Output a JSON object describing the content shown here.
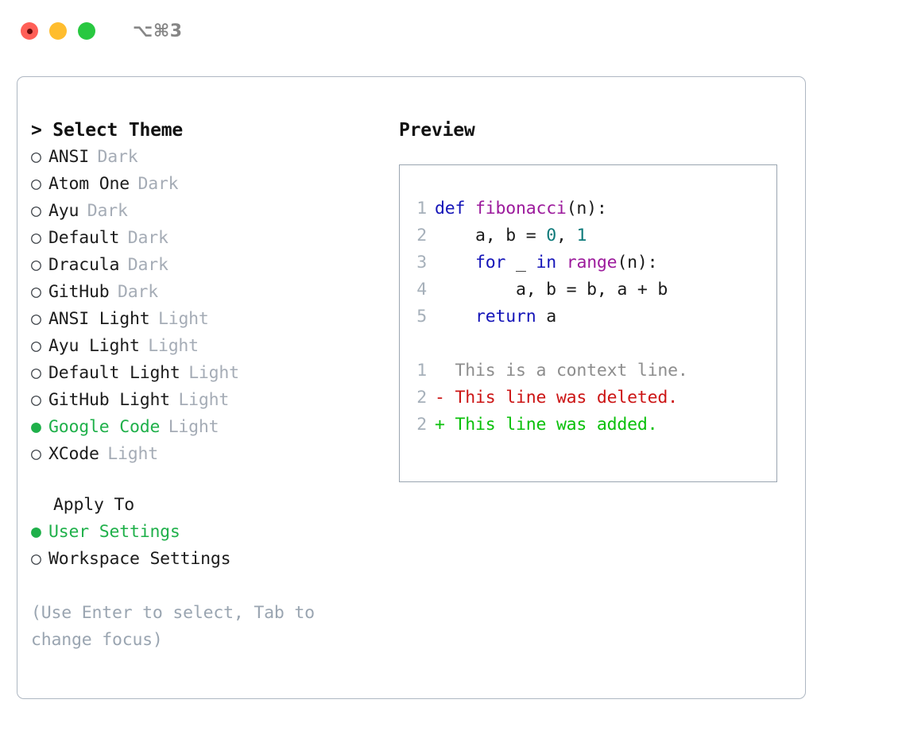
{
  "titlebar": {
    "shortcut": "⌥⌘3",
    "lights": [
      "close",
      "minimize",
      "maximize"
    ]
  },
  "theme_picker": {
    "heading": "> Select Theme",
    "options": [
      {
        "bullet": "○",
        "name": "ANSI",
        "variant": "Dark",
        "selected": false
      },
      {
        "bullet": "○",
        "name": "Atom One",
        "variant": "Dark",
        "selected": false
      },
      {
        "bullet": "○",
        "name": "Ayu",
        "variant": "Dark",
        "selected": false
      },
      {
        "bullet": "○",
        "name": "Default",
        "variant": "Dark",
        "selected": false
      },
      {
        "bullet": "○",
        "name": "Dracula",
        "variant": "Dark",
        "selected": false
      },
      {
        "bullet": "○",
        "name": "GitHub",
        "variant": "Dark",
        "selected": false
      },
      {
        "bullet": "○",
        "name": "ANSI Light",
        "variant": "Light",
        "selected": false
      },
      {
        "bullet": "○",
        "name": "Ayu Light",
        "variant": "Light",
        "selected": false
      },
      {
        "bullet": "○",
        "name": "Default Light",
        "variant": "Light",
        "selected": false
      },
      {
        "bullet": "○",
        "name": "GitHub Light",
        "variant": "Light",
        "selected": false
      },
      {
        "bullet": "●",
        "name": "Google Code",
        "variant": "Light",
        "selected": true
      },
      {
        "bullet": "○",
        "name": "XCode",
        "variant": "Light",
        "selected": false
      }
    ]
  },
  "apply_to": {
    "heading": "Apply To",
    "options": [
      {
        "bullet": "●",
        "name": "User Settings",
        "selected": true
      },
      {
        "bullet": "○",
        "name": "Workspace Settings",
        "selected": false
      }
    ]
  },
  "hint": "(Use Enter to select, Tab to change focus)",
  "preview": {
    "title": "Preview",
    "code_lines": [
      {
        "num": "1",
        "tokens": [
          {
            "t": "def",
            "c": "kw"
          },
          {
            "t": " ",
            "c": "pl"
          },
          {
            "t": "fibonacci",
            "c": "fn"
          },
          {
            "t": "(n):",
            "c": "pl"
          }
        ]
      },
      {
        "num": "2",
        "tokens": [
          {
            "t": "    a, b = ",
            "c": "pl"
          },
          {
            "t": "0",
            "c": "num"
          },
          {
            "t": ", ",
            "c": "pl"
          },
          {
            "t": "1",
            "c": "num"
          }
        ]
      },
      {
        "num": "3",
        "tokens": [
          {
            "t": "    ",
            "c": "pl"
          },
          {
            "t": "for",
            "c": "kw"
          },
          {
            "t": " _ ",
            "c": "pl"
          },
          {
            "t": "in",
            "c": "kw"
          },
          {
            "t": " ",
            "c": "pl"
          },
          {
            "t": "range",
            "c": "fn"
          },
          {
            "t": "(n):",
            "c": "pl"
          }
        ]
      },
      {
        "num": "4",
        "tokens": [
          {
            "t": "        a, b = b, a + b",
            "c": "pl"
          }
        ]
      },
      {
        "num": "5",
        "tokens": [
          {
            "t": "    ",
            "c": "pl"
          },
          {
            "t": "return",
            "c": "kw"
          },
          {
            "t": " a",
            "c": "pl"
          }
        ]
      }
    ],
    "diff_lines": [
      {
        "num": "1",
        "marker": "  ",
        "text": "This is a context line.",
        "kind": "ctx"
      },
      {
        "num": "2",
        "marker": "- ",
        "text": "This line was deleted.",
        "kind": "del"
      },
      {
        "num": "2",
        "marker": "+ ",
        "text": "This line was added.",
        "kind": "add"
      }
    ]
  },
  "colors": {
    "accent_green": "#1fb04a",
    "muted": "#a5acb6",
    "hint": "#9aa5b1",
    "border": "#aeb7c2",
    "code_keyword": "#1414b8",
    "code_function": "#9c1a9c",
    "code_number": "#0d7a7a",
    "code_plain": "#1a1a1a",
    "line_number": "#a6b0ba",
    "diff_context": "#8d8d8d",
    "diff_deleted": "#cc1414",
    "diff_added": "#0ac00a",
    "light_red": "#ff5f57",
    "light_yellow": "#ffbd2e",
    "light_green": "#28c840"
  }
}
